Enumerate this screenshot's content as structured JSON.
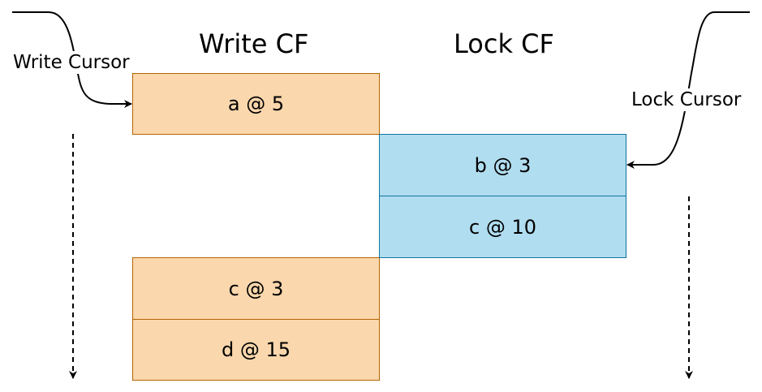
{
  "columns": {
    "write": {
      "title": "Write CF"
    },
    "lock": {
      "title": "Lock CF"
    }
  },
  "cursors": {
    "write": {
      "label": "Write Cursor"
    },
    "lock": {
      "label": "Lock Cursor"
    }
  },
  "write_cf": {
    "entries": [
      {
        "label": "a @ 5"
      },
      {
        "label": "c @ 3"
      },
      {
        "label": "d @ 15"
      }
    ]
  },
  "lock_cf": {
    "entries": [
      {
        "label": "b @ 3"
      },
      {
        "label": "c @ 10"
      }
    ]
  },
  "colors": {
    "write_fill": "#fad7ac",
    "write_stroke": "#b46504",
    "lock_fill": "#b1ddf0",
    "lock_stroke": "#10739e"
  },
  "icons": [
    "arrow-down-icon",
    "arrow-right-icon",
    "arrow-left-icon"
  ]
}
